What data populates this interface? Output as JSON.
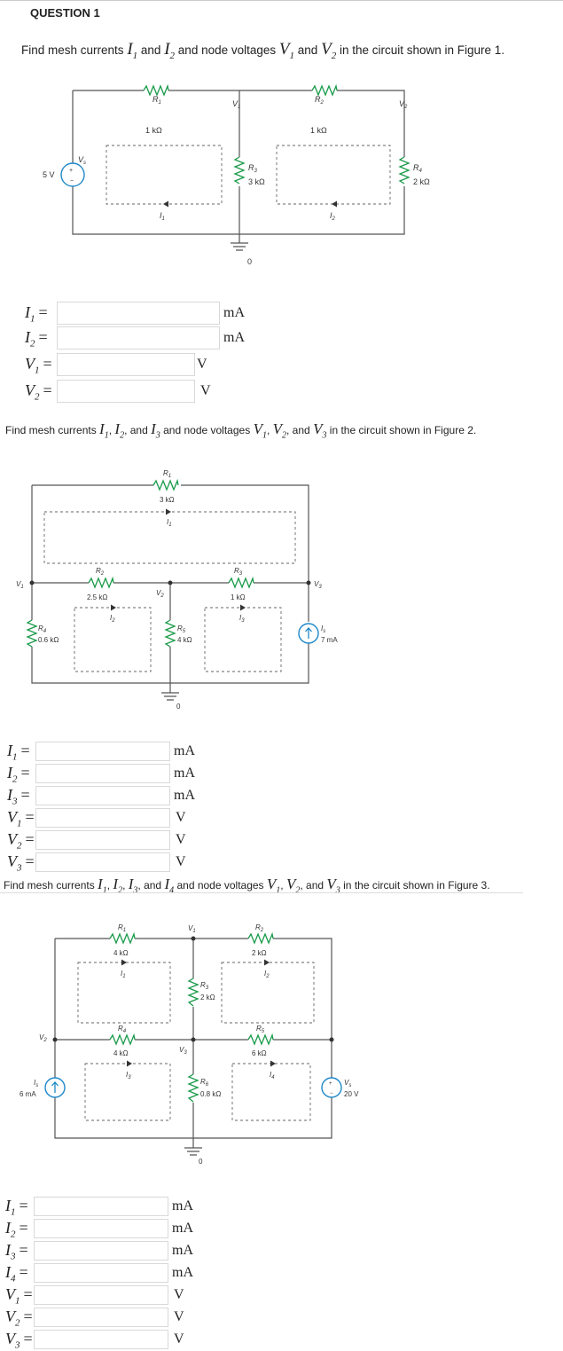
{
  "question_title": "QUESTION 1",
  "problem1": {
    "prompt_a": "Find mesh currents",
    "prompt_and": "and",
    "prompt_b": "and node voltages",
    "prompt_end": "in the circuit shown in Figure 1.",
    "figure": {
      "R1_label": "R",
      "R1_sub": "1",
      "R1_value": "1 kΩ",
      "R2_label": "R",
      "R2_sub": "2",
      "R2_value": "1 kΩ",
      "R3_label": "R",
      "R3_sub": "3",
      "R3_value": "3 kΩ",
      "R4_label": "R",
      "R4_sub": "4",
      "R4_value": "2 kΩ",
      "Vs_label": "V",
      "Vs_sub": "s",
      "Vs_value": "5 V",
      "V1_label": "V",
      "V1_sub": "1",
      "V2_label": "V",
      "V2_sub": "2",
      "I1_label": "I",
      "I1_sub": "1",
      "I2_label": "I",
      "I2_sub": "2",
      "ground_label": "0"
    },
    "answers": [
      {
        "var": "I",
        "sub": "1",
        "unit": "mA",
        "value": ""
      },
      {
        "var": "I",
        "sub": "2",
        "unit": "mA",
        "value": ""
      },
      {
        "var": "V",
        "sub": "1",
        "unit": "V",
        "value": ""
      },
      {
        "var": "V",
        "sub": "2",
        "unit": "V",
        "value": ""
      }
    ]
  },
  "problem2": {
    "prompt_a": "Find mesh currents",
    "prompt_and": ", and",
    "prompt_b": "and node voltages",
    "prompt_and2": ", and",
    "prompt_end": "in the circuit shown in Figure 2.",
    "figure": {
      "R1_label": "R",
      "R1_sub": "1",
      "R1_value": "3 kΩ",
      "R2_label": "R",
      "R2_sub": "2",
      "R2_value": "2.5 kΩ",
      "R3_label": "R",
      "R3_sub": "3",
      "R3_value": "1 kΩ",
      "R4_label": "R",
      "R4_sub": "4",
      "R4_value": "0.6 kΩ",
      "R5_label": "R",
      "R5_sub": "5",
      "R5_value": "4 kΩ",
      "Is_label": "I",
      "Is_sub": "s",
      "Is_value": "7 mA",
      "V1_label": "V",
      "V1_sub": "1",
      "V2_label": "V",
      "V2_sub": "2",
      "V3_label": "V",
      "V3_sub": "3",
      "I1_label": "I",
      "I1_sub": "1",
      "I2_label": "I",
      "I2_sub": "2",
      "I3_label": "I",
      "I3_sub": "3",
      "ground_label": "0"
    },
    "answers": [
      {
        "var": "I",
        "sub": "1",
        "unit": "mA",
        "value": ""
      },
      {
        "var": "I",
        "sub": "2",
        "unit": "mA",
        "value": ""
      },
      {
        "var": "I",
        "sub": "3",
        "unit": "mA",
        "value": ""
      },
      {
        "var": "V",
        "sub": "1",
        "unit": "V",
        "value": ""
      },
      {
        "var": "V",
        "sub": "2",
        "unit": "V",
        "value": ""
      },
      {
        "var": "V",
        "sub": "3",
        "unit": "V",
        "value": ""
      }
    ]
  },
  "problem3": {
    "prompt_a": "Find mesh currents",
    "prompt_and": ", and",
    "prompt_b": "and node voltages",
    "prompt_and2": ", and",
    "prompt_end": "in the circuit shown in Figure 3.",
    "figure": {
      "R1_label": "R",
      "R1_sub": "1",
      "R1_value": "4 kΩ",
      "R2_label": "R",
      "R2_sub": "2",
      "R2_value": "2 kΩ",
      "R3_label": "R",
      "R3_sub": "3",
      "R3_value": "2 kΩ",
      "R4_label": "R",
      "R4_sub": "4",
      "R4_value": "4 kΩ",
      "R5_label": "R",
      "R5_sub": "5",
      "R5_value": "6 kΩ",
      "R6_label": "R",
      "R6_sub": "6",
      "R6_value": "0.8 kΩ",
      "Is_label": "I",
      "Is_sub": "s",
      "Is_value": "6 mA",
      "Vs_label": "V",
      "Vs_sub": "s",
      "Vs_value": "20 V",
      "V1_label": "V",
      "V1_sub": "1",
      "V2_label": "V",
      "V2_sub": "2",
      "V3_label": "V",
      "V3_sub": "3",
      "I1_label": "I",
      "I1_sub": "1",
      "I2_label": "I",
      "I2_sub": "2",
      "I3_label": "I",
      "I3_sub": "3",
      "I4_label": "I",
      "I4_sub": "4",
      "ground_label": "0"
    },
    "answers": [
      {
        "var": "I",
        "sub": "1",
        "unit": "mA",
        "value": ""
      },
      {
        "var": "I",
        "sub": "2",
        "unit": "mA",
        "value": ""
      },
      {
        "var": "I",
        "sub": "3",
        "unit": "mA",
        "value": ""
      },
      {
        "var": "I",
        "sub": "4",
        "unit": "mA",
        "value": ""
      },
      {
        "var": "V",
        "sub": "1",
        "unit": "V",
        "value": ""
      },
      {
        "var": "V",
        "sub": "2",
        "unit": "V",
        "value": ""
      },
      {
        "var": "V",
        "sub": "3",
        "unit": "V",
        "value": ""
      }
    ]
  }
}
